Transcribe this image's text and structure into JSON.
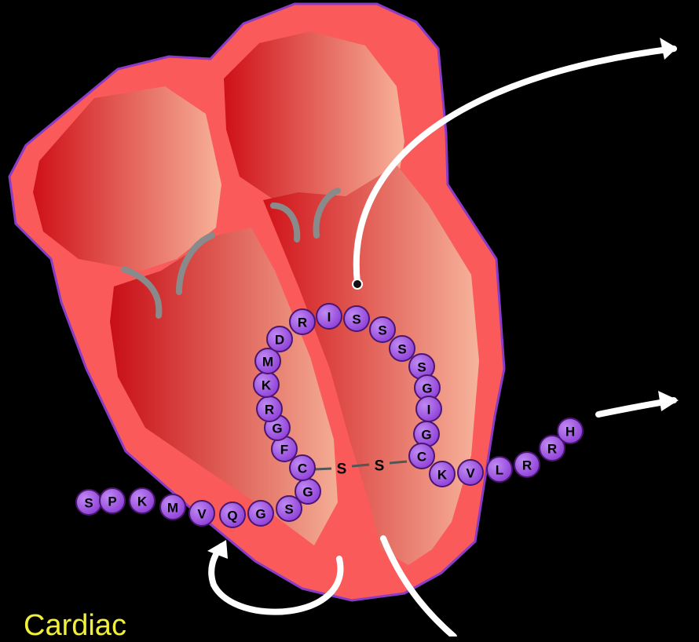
{
  "caption": "Cardiac",
  "colors": {
    "background": "#000000",
    "heart_outer": "#fb5a5a",
    "heart_outline": "#8a3cc8",
    "chamber_dark": "#cf1018",
    "chamber_light": "#f7b29a",
    "valve": "#8a8a8a",
    "residue_fill": "#9b4fe0",
    "residue_stroke": "#4a1670",
    "arrow": "#ffffff",
    "caption": "#f2ef3a"
  },
  "peptide": {
    "n_terminal_tail": [
      "S",
      "P",
      "K",
      "M",
      "V",
      "Q",
      "G",
      "S",
      "G"
    ],
    "ring": [
      "C",
      "F",
      "G",
      "R",
      "K",
      "M",
      "D",
      "R",
      "I",
      "S",
      "S",
      "S",
      "S",
      "G",
      "I",
      "G",
      "C"
    ],
    "c_terminal_tail": [
      "K",
      "V",
      "L",
      "R",
      "R",
      "H"
    ],
    "disulfide": [
      "S",
      "S"
    ]
  }
}
